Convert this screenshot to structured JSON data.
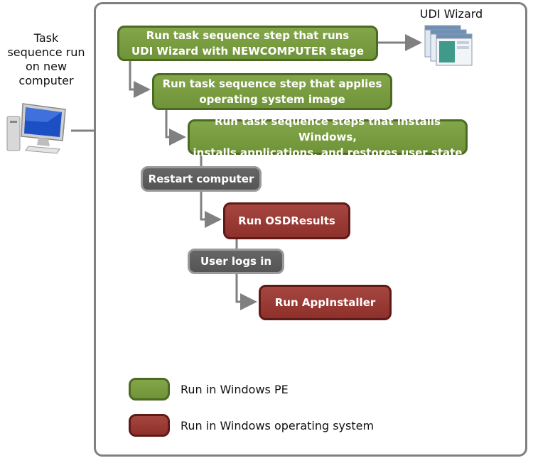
{
  "computer_label": "Task\nsequence run\non new\ncomputer",
  "wizard_label": "UDI Wizard",
  "steps": [
    {
      "text": "Run task sequence step  that runs\nUDI Wizard with NEWCOMPUTER  stage"
    },
    {
      "text": "Run  task sequence step that applies\noperating system image"
    },
    {
      "text": "Run task sequence steps that installs Windows,\ninstalls applications, and restores user state"
    },
    {
      "text": "Restart computer"
    },
    {
      "text": "Run OSDResults"
    },
    {
      "text": "User logs in"
    },
    {
      "text": "Run AppInstaller"
    }
  ],
  "legend": [
    {
      "label": "Run in Windows  PE",
      "color": "#77993f"
    },
    {
      "label": "Run in Windows operating system",
      "color": "#963a35"
    }
  ],
  "colors": {
    "frame": "#808080",
    "connector": "#808080",
    "green": "#77993f",
    "red": "#963a35",
    "gray": "#5a5a5a"
  },
  "icons": [
    "computer-icon",
    "wizard-windows-icon"
  ]
}
